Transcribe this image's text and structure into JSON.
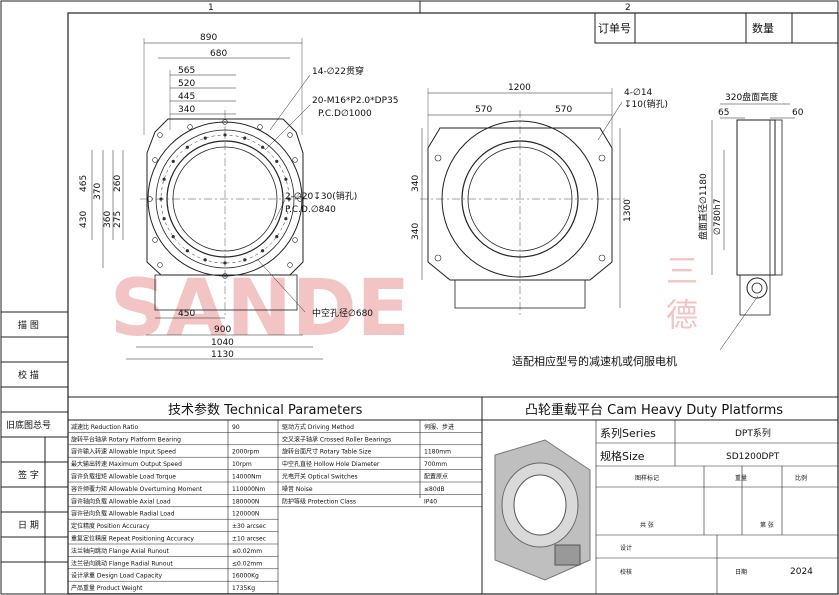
{
  "frame": {
    "col_markers": [
      "1",
      "2"
    ],
    "side_labels": [
      "描 图",
      "校 描",
      "旧底图总号",
      "签 字",
      "日 期"
    ]
  },
  "order_box": {
    "order_no": "订单号",
    "quantity": "数量"
  },
  "watermark": {
    "text": "SANDE",
    "cn": [
      "三",
      "德"
    ]
  },
  "front_view": {
    "dims_top": [
      "890",
      "680",
      "565",
      "520",
      "445",
      "340"
    ],
    "callout_holes_top": "14-∅22贯穿",
    "callout_thread_1": "20-M16*P2.0*DP35",
    "callout_thread_2": "P.C.D∅1000",
    "callout_pin_1": "2-∅20↧30(销孔)",
    "callout_pin_2": "P.C.D.∅840",
    "callout_hollow": "中空孔径∅680",
    "dims_left": [
      "465",
      "430",
      "370",
      "260",
      "275",
      "360"
    ],
    "dims_bottom": [
      "450",
      "900",
      "1040",
      "1130"
    ]
  },
  "top_view": {
    "dim_width": "1200",
    "dim_half_left": "570",
    "dim_half_right": "570",
    "callout_1": "4-∅14",
    "callout_2": "↧10(销孔)",
    "dim_left_upper": "340",
    "dim_left_lower": "340",
    "dim_right": "1300"
  },
  "side_view": {
    "label_height": "320盘面高度",
    "dim_65": "65",
    "dim_60": "60",
    "label_diameter": "盘面直径∅1180",
    "label_780": "∅780h7"
  },
  "motor_note": "适配相应型号的减速机或伺服电机",
  "tech_params": {
    "title": "技术参数  Technical Parameters",
    "left_rows": [
      {
        "label": "减速比 Reduction Ratio",
        "value": "90"
      },
      {
        "label": "旋转平台轴承 Rotary Platform Bearing",
        "value": ""
      },
      {
        "label": "容许输入转速 Allowable Input Speed",
        "value": "2000rpm"
      },
      {
        "label": "最大输出转速 Maximum Output Speed",
        "value": "10rpm"
      },
      {
        "label": "容许负载扭矩 Allowable Load Torque",
        "value": "14000Nm"
      },
      {
        "label": "容许倾覆力矩 Allowable Overturning Moment",
        "value": "110000Nm"
      },
      {
        "label": "容许轴向负载 Allowable Axial Load",
        "value": "180000N"
      },
      {
        "label": "容许径向负载 Allowable Radial Load",
        "value": "120000N"
      },
      {
        "label": "定位精度 Position Accuracy",
        "value": "±30 arcsec"
      },
      {
        "label": "重复定位精度 Repeat Positioning Accuracy",
        "value": "±10 arcsec"
      },
      {
        "label": "法兰轴向跳动 Flange Axial Runout",
        "value": "≤0.02mm"
      },
      {
        "label": "法兰径向跳动 Flange Radial Runout",
        "value": "≤0.02mm"
      },
      {
        "label": "设计承重 Design Load Capacity",
        "value": "16000Kg"
      },
      {
        "label": "产品重量 Product Weight",
        "value": "1735Kg"
      }
    ],
    "right_rows": [
      {
        "label": "驱动方式 Driving Method",
        "value": "伺服、步进"
      },
      {
        "label": "交叉滚子轴承 Crossed Roller Bearings",
        "value": ""
      },
      {
        "label": "旋转台面尺寸 Rotary Table Size",
        "value": "1180mm"
      },
      {
        "label": "中空孔直径 Hollow Hole Diameter",
        "value": "700mm"
      },
      {
        "label": "光电开关 Optical Switches",
        "value": "配置原点"
      },
      {
        "label": "噪音 Noise",
        "value": "≤80dB"
      },
      {
        "label": "防护等级 Protection Class",
        "value": "IP40"
      }
    ]
  },
  "title_block": {
    "title": "凸轮重载平台 Cam Heavy Duty Platforms",
    "series_label": "系列Series",
    "series_value": "DPT系列",
    "spec_label": "规格Size",
    "spec_value": "SD1200DPT",
    "col_mark": "图样标记",
    "col_weight": "重量",
    "col_scale": "比例",
    "sheets_1": "共  张",
    "sheets_2": "第  张",
    "design": "设计",
    "check": "校核",
    "date_label": "日期",
    "date_value": "2024"
  }
}
